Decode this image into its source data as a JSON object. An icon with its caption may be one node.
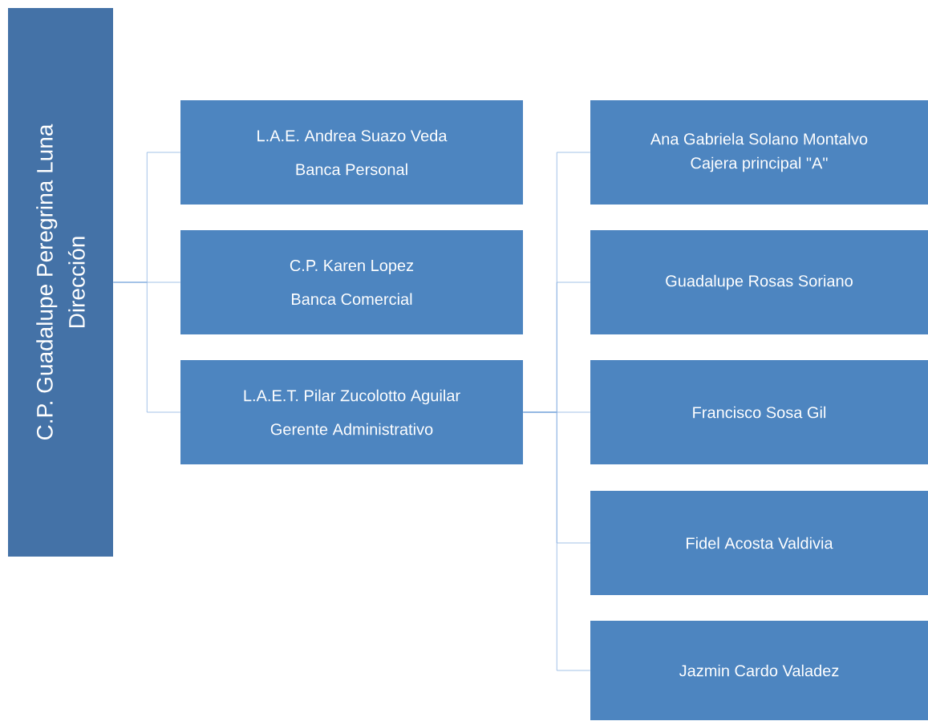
{
  "diagram": {
    "nodes": [
      {
        "text": [
          "C.P. Guadalupe Peregrina Luna",
          "Dirección"
        ]
      },
      {
        "text": [
          "L.A.E. Andrea Suazo Veda",
          "Banca Personal"
        ]
      },
      {
        "text": [
          "C.P. Karen Lopez",
          "Banca Comercial"
        ]
      },
      {
        "text": [
          "L.A.E.T. Pilar Zucolotto Aguilar",
          "Gerente Administrativo"
        ]
      },
      {
        "text": [
          "Ana Gabriela Solano Montalvo",
          "Cajera principal \"A\""
        ]
      },
      {
        "text": [
          "Guadalupe Rosas Soriano"
        ]
      },
      {
        "text": [
          "Francisco Sosa Gil"
        ]
      },
      {
        "text": [
          "Fidel Acosta Valdivia"
        ]
      },
      {
        "text": [
          "Jazmin Cardo Valadez"
        ]
      }
    ],
    "edges": [
      {
        "from": 0,
        "to": 1,
        "arrow": "none"
      },
      {
        "from": 0,
        "to": 2,
        "arrow": "none"
      },
      {
        "from": 0,
        "to": 3,
        "arrow": "none"
      },
      {
        "from": 3,
        "to": 4,
        "arrow": "none"
      },
      {
        "from": 3,
        "to": 5,
        "arrow": "none"
      },
      {
        "from": 3,
        "to": 6,
        "arrow": "none"
      },
      {
        "from": 3,
        "to": 7,
        "arrow": "none"
      },
      {
        "from": 3,
        "to": 8,
        "arrow": "none"
      }
    ]
  }
}
